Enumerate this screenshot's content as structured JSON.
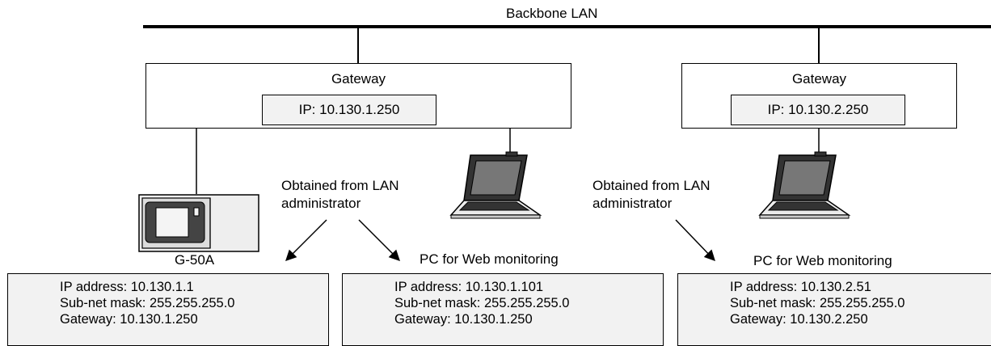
{
  "backbone": {
    "label": "Backbone LAN"
  },
  "gateways": [
    {
      "label": "Gateway",
      "ip": "IP: 10.130.1.250"
    },
    {
      "label": "Gateway",
      "ip": "IP: 10.130.2.250"
    }
  ],
  "devices": {
    "controller_label": "G-50A",
    "pc_label_1": "PC for Web monitoring",
    "pc_label_2": "PC for Web monitoring"
  },
  "notes": [
    {
      "line1": "Obtained from LAN",
      "line2": "administrator"
    },
    {
      "line1": "Obtained from LAN",
      "line2": "administrator"
    }
  ],
  "info_boxes": [
    {
      "ip": "IP address: 10.130.1.1",
      "mask": "Sub-net mask: 255.255.255.0",
      "gateway": "Gateway: 10.130.1.250"
    },
    {
      "ip": "IP address: 10.130.1.101",
      "mask": "Sub-net mask: 255.255.255.0",
      "gateway": "Gateway: 10.130.1.250"
    },
    {
      "ip": "IP address: 10.130.2.51",
      "mask": "Sub-net mask: 255.255.255.0",
      "gateway": "Gateway: 10.130.2.250"
    }
  ]
}
